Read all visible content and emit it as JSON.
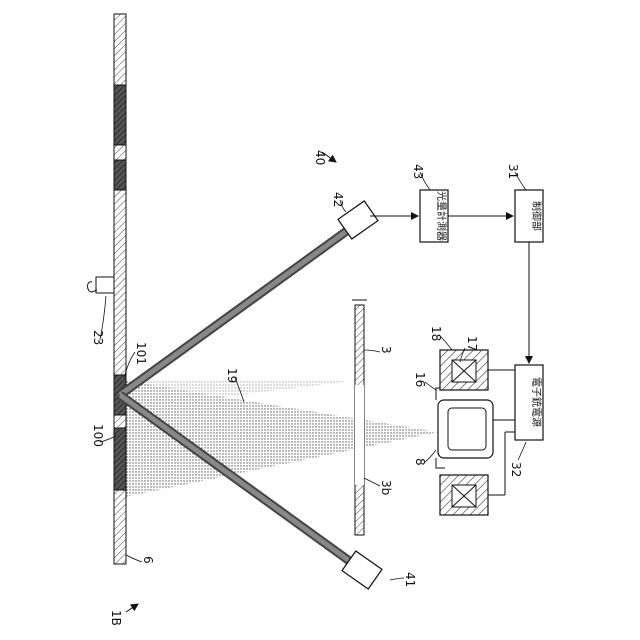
{
  "figure_label": "1B",
  "refs": {
    "r40": "40",
    "r42": "42",
    "r43": "43",
    "r31": "31",
    "r23": "23",
    "r101": "101",
    "r100": "100",
    "r19": "19",
    "r3": "3",
    "r3b": "3b",
    "r6": "6",
    "r41": "41",
    "r18": "18",
    "r17": "17",
    "r16": "16",
    "r8": "8",
    "r32": "32"
  },
  "boxes": {
    "photometer": "光量計測器",
    "controller": "制御部",
    "power_supply": "電子銃電源"
  },
  "colors": {
    "ink": "#111111",
    "hatch": "#555555",
    "beam": "#888888"
  }
}
